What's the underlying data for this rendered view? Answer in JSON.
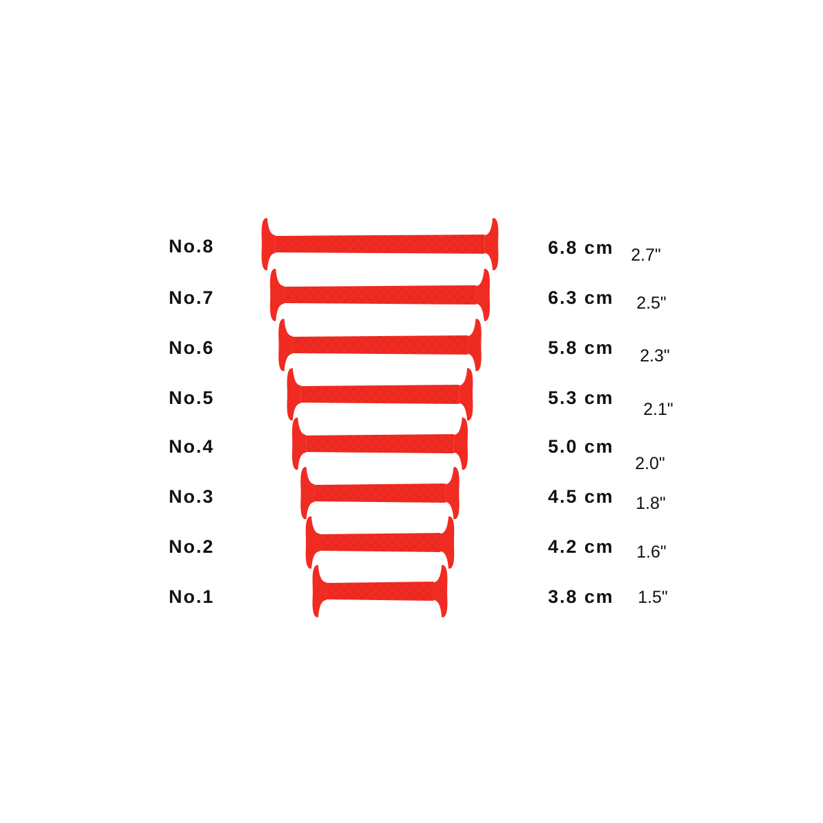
{
  "color": "#f02b22",
  "sizes": [
    {
      "label": "No.8",
      "cm": "6.8 cm",
      "inch": "2.7\"",
      "length_cm": 6.8
    },
    {
      "label": "No.7",
      "cm": "6.3 cm",
      "inch": "2.5\"",
      "length_cm": 6.3
    },
    {
      "label": "No.6",
      "cm": "5.8 cm",
      "inch": "2.3\"",
      "length_cm": 5.8
    },
    {
      "label": "No.5",
      "cm": "5.3 cm",
      "inch": "2.1\"",
      "length_cm": 5.3
    },
    {
      "label": "No.4",
      "cm": "5.0 cm",
      "inch": "2.0\"",
      "length_cm": 5.0
    },
    {
      "label": "No.3",
      "cm": "4.5 cm",
      "inch": "1.8\"",
      "length_cm": 4.5
    },
    {
      "label": "No.2",
      "cm": "4.2 cm",
      "inch": "1.6\"",
      "length_cm": 4.2
    },
    {
      "label": "No.1",
      "cm": "3.8 cm",
      "inch": "1.5\"",
      "length_cm": 3.8
    }
  ]
}
